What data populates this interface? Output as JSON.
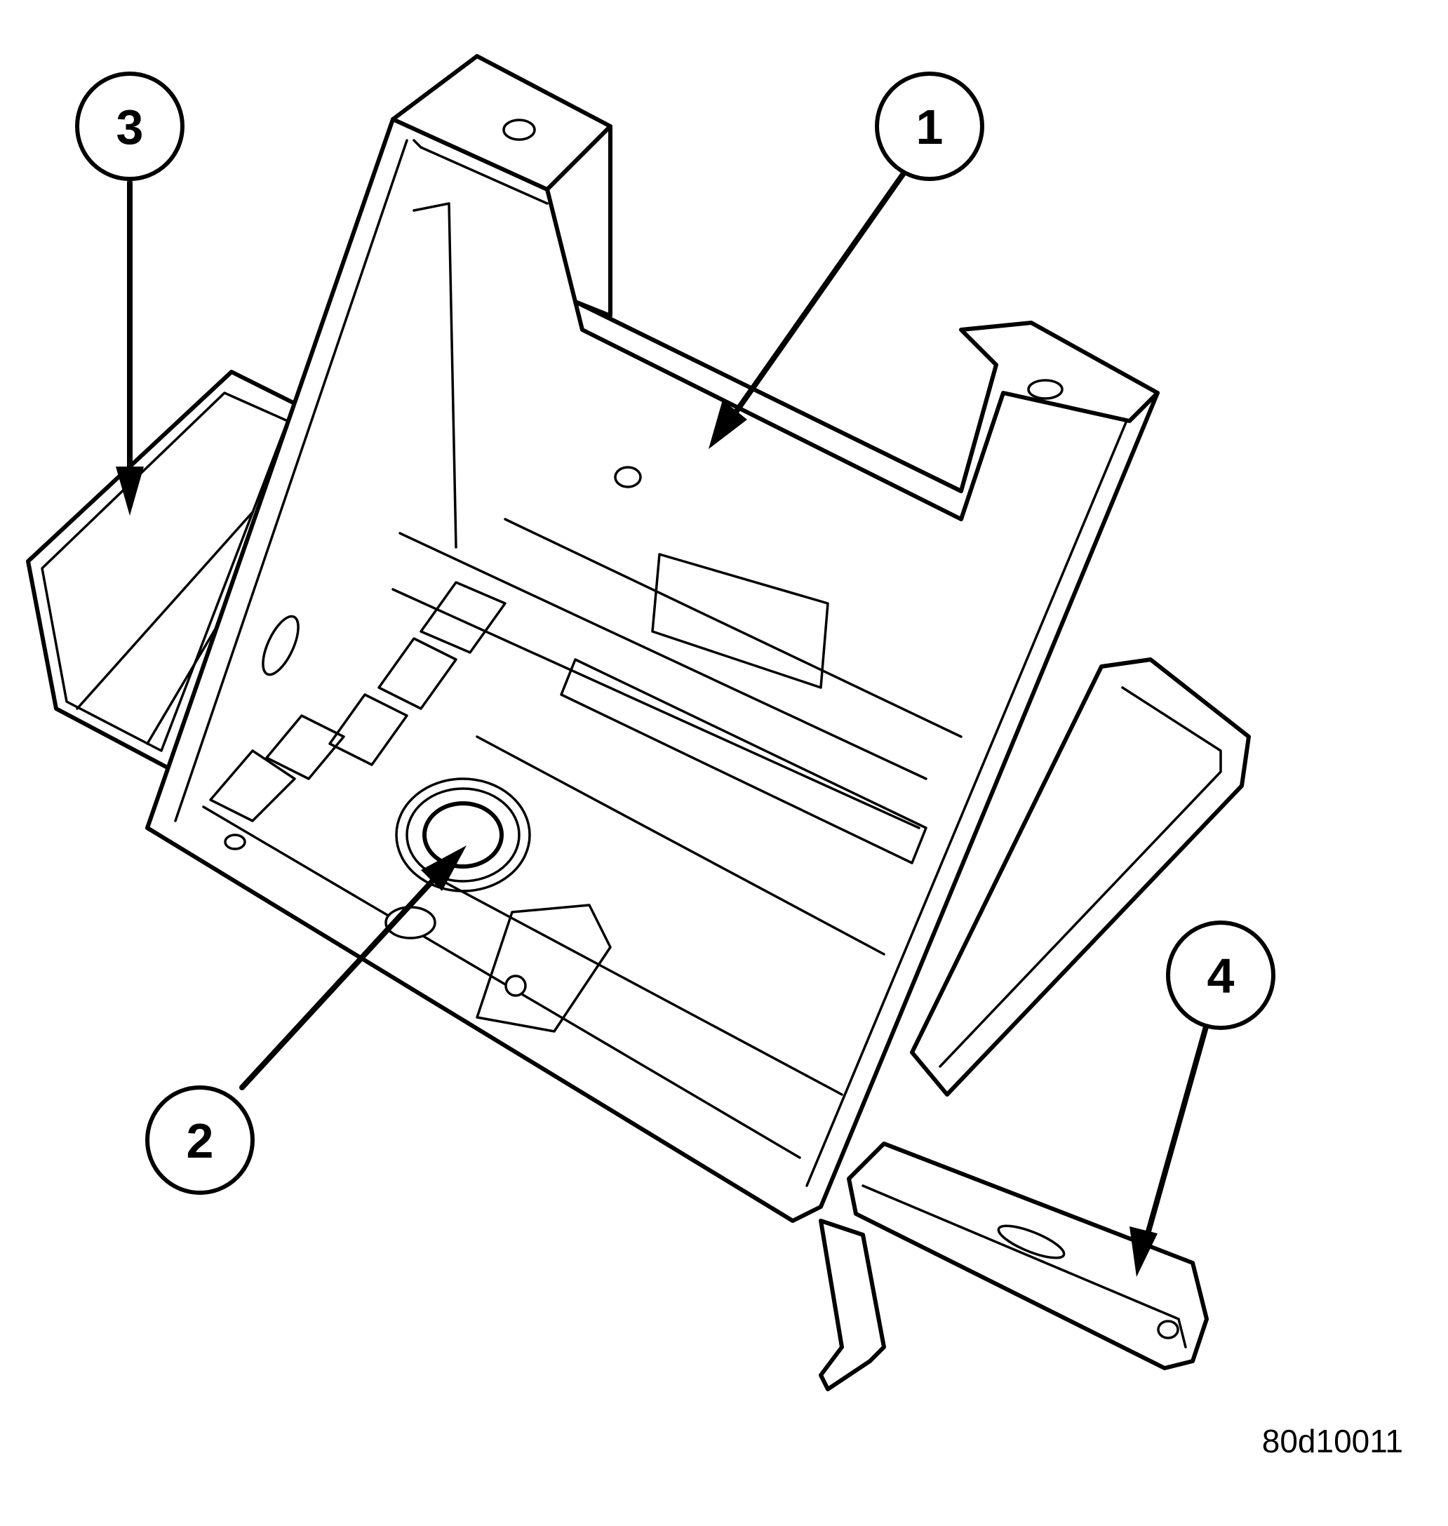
{
  "figure": {
    "callouts": [
      {
        "id": "callout-1",
        "label": "1"
      },
      {
        "id": "callout-2",
        "label": "2"
      },
      {
        "id": "callout-3",
        "label": "3"
      },
      {
        "id": "callout-4",
        "label": "4"
      }
    ],
    "figure_id": "80d10011"
  }
}
